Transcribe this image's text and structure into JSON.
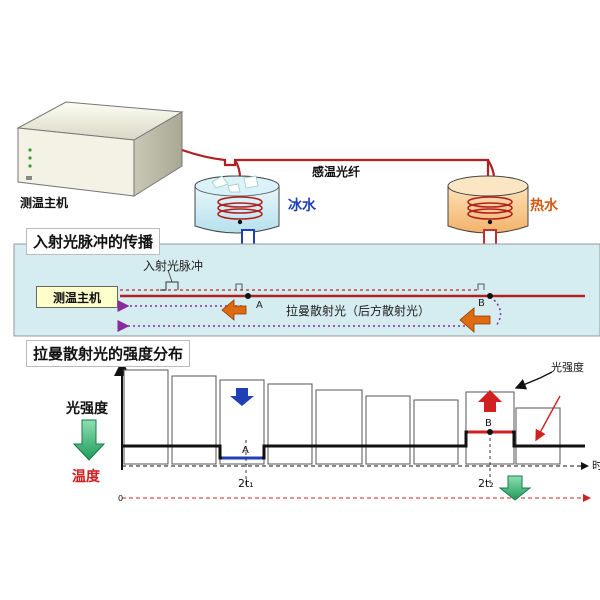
{
  "top": {
    "host_label": "测温主机",
    "fiber_label": "感温光纤",
    "ice_water_label": "冰水",
    "hot_water_label": "热水"
  },
  "propagation": {
    "title": "入射光脉冲的传播",
    "host_box_label": "测温主机",
    "pulse_label": "入射光脉冲",
    "scatter_label": "拉曼散射光（后方散射光）",
    "point_a": "A",
    "point_b": "B"
  },
  "distribution": {
    "title": "拉曼散射光的强度分布",
    "y_label_intensity": "光强度",
    "y_label_temp": "温度",
    "curve_label": "光强度",
    "point_a": "A",
    "point_b": "B",
    "time_a": "2t₁",
    "time_b": "2t₂",
    "origin": "0",
    "axis_end_cut": "时"
  },
  "colors": {
    "panel_bg": "#d5ecf0",
    "fiber": "#b02020",
    "low_intensity": "#1f3fb5",
    "high_intensity": "#d02020",
    "arrow_orange": "#e06a10",
    "green_arrow": "#2aa86a",
    "dotted_purple": "#8a2aa0"
  }
}
